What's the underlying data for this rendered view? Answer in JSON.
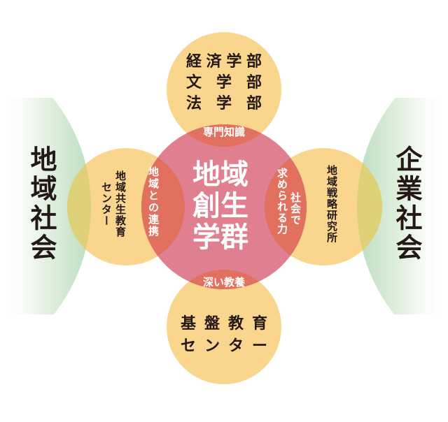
{
  "diagram": {
    "title": "地域創生学群",
    "center": {
      "label_lines": [
        "地域",
        "創生",
        "学群"
      ],
      "color": "#e07f8f"
    },
    "outer_societies": {
      "left": "地域社会",
      "right": "企業社会",
      "color": "#cfe7cf"
    },
    "satellites": {
      "top": {
        "lines": [
          [
            "経",
            "済",
            "学",
            "部"
          ],
          [
            "文",
            "学",
            "部"
          ],
          [
            "法",
            "学",
            "部"
          ]
        ],
        "overlap_label": "専門知識"
      },
      "bottom": {
        "lines": [
          [
            "基",
            "盤",
            "教",
            "育"
          ],
          [
            "セ",
            "ン",
            "タ",
            "ー"
          ]
        ],
        "overlap_label": "深い教養"
      },
      "left": {
        "columns": [
          "地域共生教育",
          "センター"
        ],
        "overlap_label": "地域との連携"
      },
      "right": {
        "columns": [
          "地域戦略研究所"
        ],
        "overlap_label_columns": [
          "社会で",
          "求められる力"
        ]
      },
      "color": "#f9d58e"
    },
    "overlap_color": "#e2705e",
    "text_dark": "#231815",
    "text_light": "#ffffff"
  }
}
